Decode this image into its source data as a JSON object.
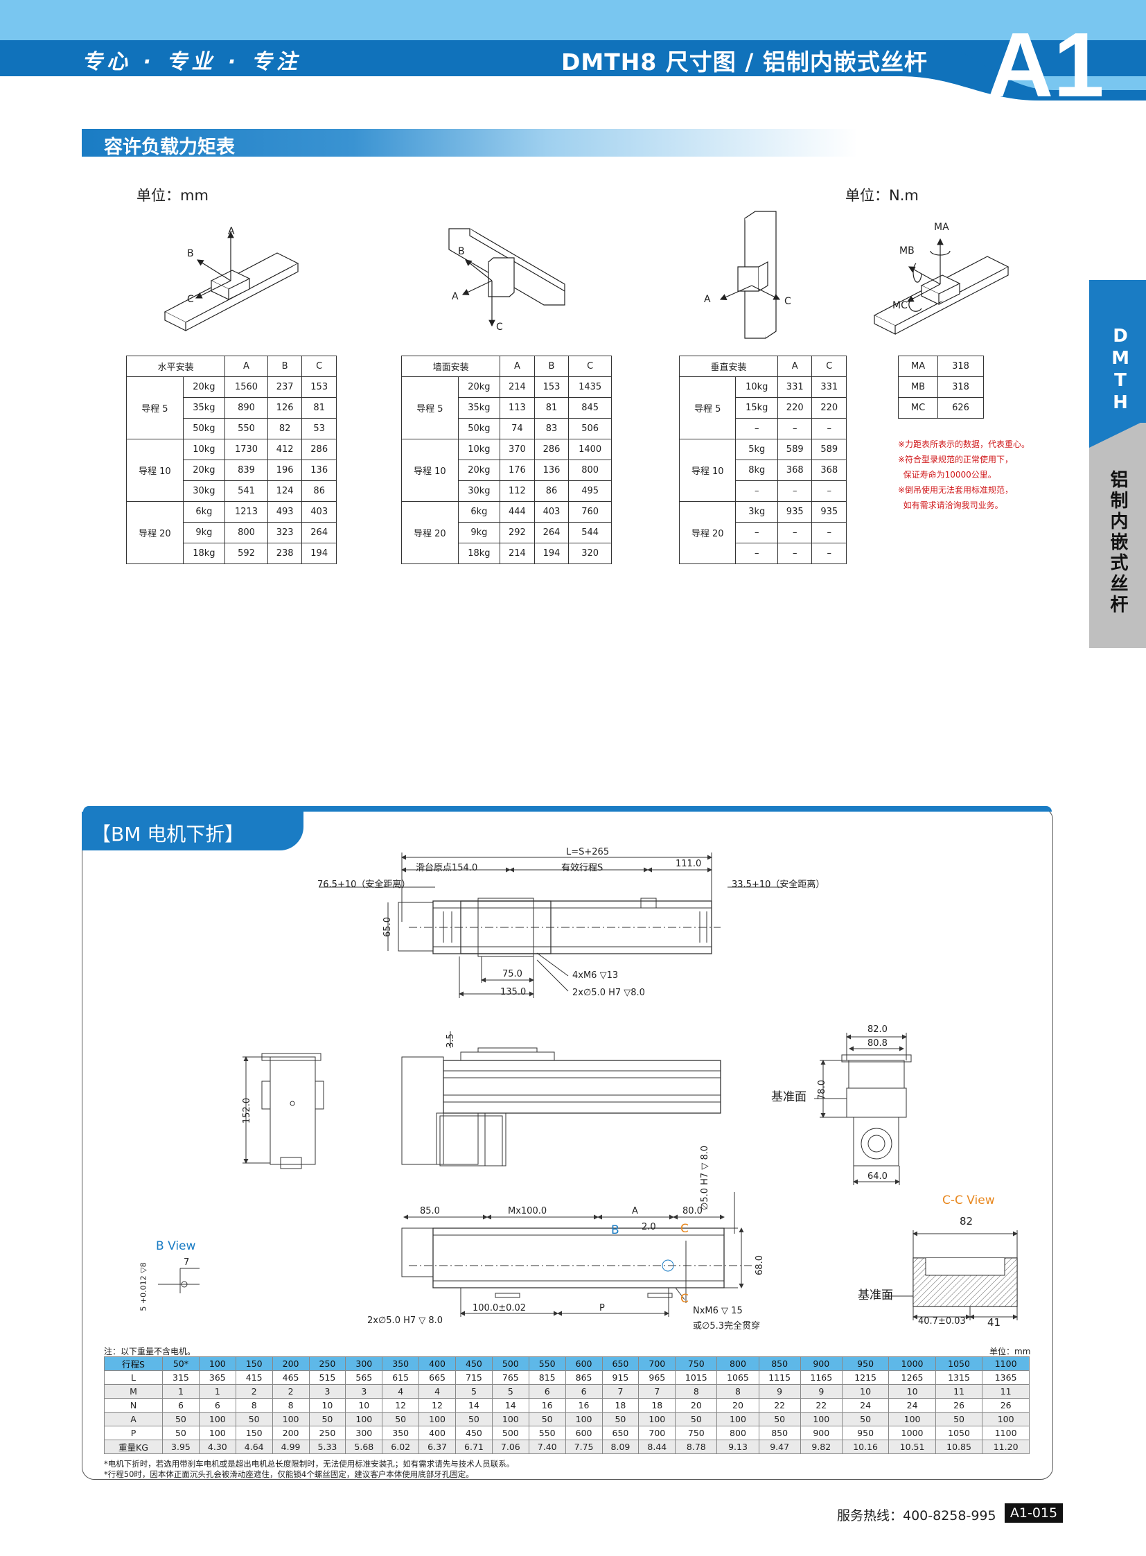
{
  "header": {
    "slogan": "专心 · 专业 · 专注",
    "title": "DMTH8 尺寸图 / 铝制内嵌式丝杆",
    "page_code": "A1"
  },
  "side_tab": {
    "series": "DMTH",
    "category": "铝制内嵌式丝杆"
  },
  "section1": {
    "title": "容许负载力矩表",
    "unit_left": "单位：mm",
    "unit_right": "单位：N.m"
  },
  "diagram_labels": {
    "a": "A",
    "b": "B",
    "c": "C",
    "ma": "MA",
    "mb": "MB",
    "mc": "MC"
  },
  "table_horizontal": {
    "header": [
      "水平安装",
      "A",
      "B",
      "C"
    ],
    "groups": [
      {
        "lead": "导程 5",
        "rows": [
          [
            "20kg",
            "1560",
            "237",
            "153"
          ],
          [
            "35kg",
            "890",
            "126",
            "81"
          ],
          [
            "50kg",
            "550",
            "82",
            "53"
          ]
        ]
      },
      {
        "lead": "导程 10",
        "rows": [
          [
            "10kg",
            "1730",
            "412",
            "286"
          ],
          [
            "20kg",
            "839",
            "196",
            "136"
          ],
          [
            "30kg",
            "541",
            "124",
            "86"
          ]
        ]
      },
      {
        "lead": "导程 20",
        "rows": [
          [
            "6kg",
            "1213",
            "493",
            "403"
          ],
          [
            "9kg",
            "800",
            "323",
            "264"
          ],
          [
            "18kg",
            "592",
            "238",
            "194"
          ]
        ]
      }
    ]
  },
  "table_wall": {
    "header": [
      "墙面安装",
      "A",
      "B",
      "C"
    ],
    "groups": [
      {
        "lead": "导程 5",
        "rows": [
          [
            "20kg",
            "214",
            "153",
            "1435"
          ],
          [
            "35kg",
            "113",
            "81",
            "845"
          ],
          [
            "50kg",
            "74",
            "83",
            "506"
          ]
        ]
      },
      {
        "lead": "导程 10",
        "rows": [
          [
            "10kg",
            "370",
            "286",
            "1400"
          ],
          [
            "20kg",
            "176",
            "136",
            "800"
          ],
          [
            "30kg",
            "112",
            "86",
            "495"
          ]
        ]
      },
      {
        "lead": "导程 20",
        "rows": [
          [
            "6kg",
            "444",
            "403",
            "760"
          ],
          [
            "9kg",
            "292",
            "264",
            "544"
          ],
          [
            "18kg",
            "214",
            "194",
            "320"
          ]
        ]
      }
    ]
  },
  "table_vertical": {
    "header": [
      "垂直安装",
      "A",
      "C"
    ],
    "groups": [
      {
        "lead": "导程 5",
        "rows": [
          [
            "10kg",
            "331",
            "331"
          ],
          [
            "15kg",
            "220",
            "220"
          ],
          [
            "–",
            "–",
            "–"
          ]
        ]
      },
      {
        "lead": "导程 10",
        "rows": [
          [
            "5kg",
            "589",
            "589"
          ],
          [
            "8kg",
            "368",
            "368"
          ],
          [
            "–",
            "–",
            "–"
          ]
        ]
      },
      {
        "lead": "导程 20",
        "rows": [
          [
            "3kg",
            "935",
            "935"
          ],
          [
            "–",
            "–",
            "–"
          ],
          [
            "–",
            "–",
            "–"
          ]
        ]
      }
    ]
  },
  "table_moment": {
    "rows": [
      [
        "MA",
        "318"
      ],
      [
        "MB",
        "318"
      ],
      [
        "MC",
        "626"
      ]
    ]
  },
  "moment_notes": [
    "※力距表所表示的数据，代表重心。",
    "※符合型录规范的正常使用下，",
    "  保证寿命为10000公里。",
    "※倒吊使用无法套用标准规范，",
    "  如有需求请洽询我司业务。"
  ],
  "section2": {
    "title": "【BM  电机下折】"
  },
  "drawing": {
    "L": "L=S+265",
    "origin": "滑台原点154.0",
    "stroke": "有效行程S",
    "d111": "111.0",
    "safe_left": "76.5+10（安全距离）",
    "safe_right": "33.5+10（安全距离）",
    "d65": "65.0",
    "d75": "75.0",
    "d135": "135.0",
    "holes1": "4xM6 ▽13",
    "holes2": "2x∅5.0 H7 ▽8.0",
    "d35": "3.5",
    "d152": "152.0",
    "d82": "82.0",
    "d808": "80.8",
    "d78": "78.0",
    "d64": "64.0",
    "ref_plane": "基准面",
    "d85": "85.0",
    "dM100": "Mx100.0",
    "dA": "A",
    "d80": "80.0",
    "dphi5": "∅5.0 H7 ▽ 8.0",
    "d20": "2.0",
    "d68": "68.0",
    "hole_bottom": "2x∅5.0 H7 ▽ 8.0",
    "d100": "100.0±0.02",
    "dP": "P",
    "nxm6": "NxM6 ▽ 15",
    "through": "或∅5.3完全贯穿",
    "b_marker": "B",
    "c_marker": "C",
    "b_view": "B View",
    "b_view_7": "7",
    "b_view_tol": "5 +0.012 ▽8",
    "cc_view": "C-C View",
    "cc_82": "82",
    "cc_407": "40.7±0.03",
    "cc_41": "41"
  },
  "table_note": "注：以下重量不含电机。",
  "table_unit": "单位：mm",
  "spec_table": {
    "rows": [
      {
        "name": "行程S",
        "values": [
          "50*",
          "100",
          "150",
          "200",
          "250",
          "300",
          "350",
          "400",
          "450",
          "500",
          "550",
          "600",
          "650",
          "700",
          "750",
          "800",
          "850",
          "900",
          "950",
          "1000",
          "1050",
          "1100"
        ]
      },
      {
        "name": "L",
        "values": [
          "315",
          "365",
          "415",
          "465",
          "515",
          "565",
          "615",
          "665",
          "715",
          "765",
          "815",
          "865",
          "915",
          "965",
          "1015",
          "1065",
          "1115",
          "1165",
          "1215",
          "1265",
          "1315",
          "1365"
        ]
      },
      {
        "name": "M",
        "values": [
          "1",
          "1",
          "2",
          "2",
          "3",
          "3",
          "4",
          "4",
          "5",
          "5",
          "6",
          "6",
          "7",
          "7",
          "8",
          "8",
          "9",
          "9",
          "10",
          "10",
          "11",
          "11"
        ]
      },
      {
        "name": "N",
        "values": [
          "6",
          "6",
          "8",
          "8",
          "10",
          "10",
          "12",
          "12",
          "14",
          "14",
          "16",
          "16",
          "18",
          "18",
          "20",
          "20",
          "22",
          "22",
          "24",
          "24",
          "26",
          "26"
        ]
      },
      {
        "name": "A",
        "values": [
          "50",
          "100",
          "50",
          "100",
          "50",
          "100",
          "50",
          "100",
          "50",
          "100",
          "50",
          "100",
          "50",
          "100",
          "50",
          "100",
          "50",
          "100",
          "50",
          "100",
          "50",
          "100"
        ]
      },
      {
        "name": "P",
        "values": [
          "50",
          "100",
          "150",
          "200",
          "250",
          "300",
          "350",
          "400",
          "450",
          "500",
          "550",
          "600",
          "650",
          "700",
          "750",
          "800",
          "850",
          "900",
          "950",
          "1000",
          "1050",
          "1100"
        ]
      },
      {
        "name": "重量KG",
        "values": [
          "3.95",
          "4.30",
          "4.64",
          "4.99",
          "5.33",
          "5.68",
          "6.02",
          "6.37",
          "6.71",
          "7.06",
          "7.40",
          "7.75",
          "8.09",
          "8.44",
          "8.78",
          "9.13",
          "9.47",
          "9.82",
          "10.16",
          "10.51",
          "10.85",
          "11.20"
        ]
      }
    ]
  },
  "footnotes": [
    "*电机下折时，若选用带刹车电机或是超出电机总长度限制时，无法使用标准安装孔；如有需求请先与技术人员联系。",
    "*行程50时，因本体正面沉头孔会被滑动座遮住，仅能锁4个螺丝固定，建议客户本体使用底部牙孔固定。"
  ],
  "footer": {
    "hotline": "服务热线：400-8258-995",
    "page": "A1-015"
  }
}
